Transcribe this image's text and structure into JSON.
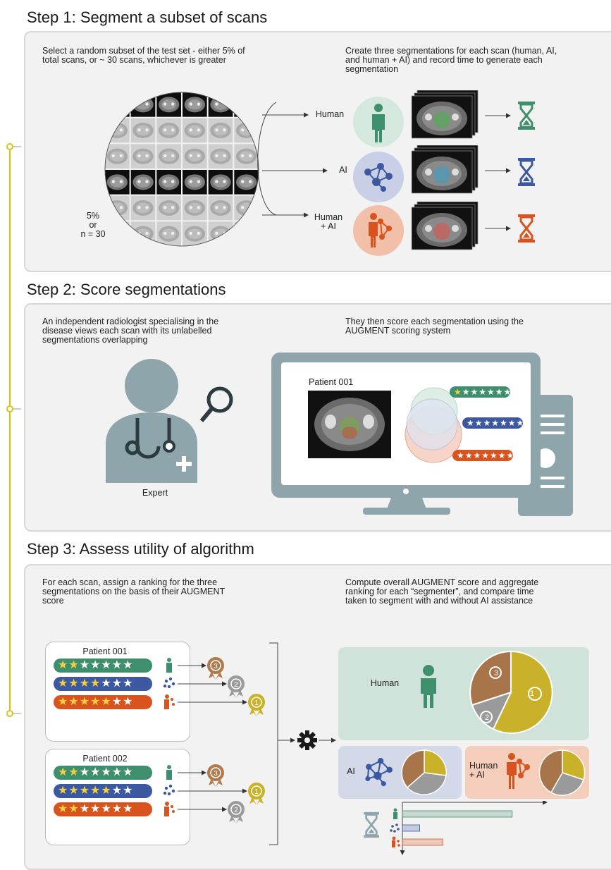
{
  "colors": {
    "human": "#3e8f6e",
    "ai": "#3b58a0",
    "human_ai": "#d9531e",
    "gold": "#c9b12a",
    "silver": "#9a9a9a",
    "bronze": "#b07a4c",
    "panel": "#f2f2f2",
    "node": "#d9c21a"
  },
  "step1": {
    "title": "Step 1: Segment a subset of scans",
    "desc_left": "Select a random subset of the test set - either 5% of\ntotal scans, or ~ 30 scans, whichever is greater",
    "desc_right": "Create three segmentations for each scan (human, AI,\nand human + AI) and record time to generate each\nsegmentation",
    "subset_label": "5%\nor\nn = 30",
    "branches": [
      {
        "label": "Human",
        "icon": "person-icon"
      },
      {
        "label": "AI",
        "icon": "network-icon"
      },
      {
        "label": "Human\n+ AI",
        "icon": "human-ai-icon"
      }
    ]
  },
  "step2": {
    "title": "Step 2: Score segmentations",
    "desc_left": "An independent radiologist specialising in the\ndisease views each scan with its unlabelled\nsegmentations overlapping",
    "desc_right": "They then score each segmentation using the\nAUGMENT scoring system",
    "expert_label": "Expert",
    "patient_label": "Patient 001"
  },
  "step3": {
    "title": "Step 3: Assess utility of algorithm",
    "desc_left": "For each scan, assign a ranking for the three\nsegmentations on the basis of their AUGMENT\nscore",
    "desc_right": "Compute overall AUGMENT score and aggregate\nranking for each “segmenter”, and compare time\ntaken to segment with and without AI assistance",
    "patients": [
      {
        "label": "Patient 001",
        "rows": [
          {
            "segmenter": "human",
            "stars_on": 2,
            "stars_total": 7,
            "rank": "3"
          },
          {
            "segmenter": "ai",
            "stars_on": 4,
            "stars_total": 7,
            "rank": "2"
          },
          {
            "segmenter": "human_ai",
            "stars_on": 5,
            "stars_total": 7,
            "rank": "1"
          }
        ]
      },
      {
        "label": "Patient 002",
        "rows": [
          {
            "segmenter": "human",
            "stars_on": 2,
            "stars_total": 7,
            "rank": "3"
          },
          {
            "segmenter": "ai",
            "stars_on": 5,
            "stars_total": 7,
            "rank": "1"
          },
          {
            "segmenter": "human_ai",
            "stars_on": 2,
            "stars_total": 7,
            "rank": "2"
          }
        ]
      }
    ],
    "result_human_label": "Human",
    "result_ai_label": "AI",
    "result_human_ai_label": "Human\n+ AI",
    "rank_labels": [
      "1",
      "2",
      "3"
    ],
    "time_bars": {
      "human": 0.76,
      "ai": 0.12,
      "human_ai": 0.28
    }
  }
}
